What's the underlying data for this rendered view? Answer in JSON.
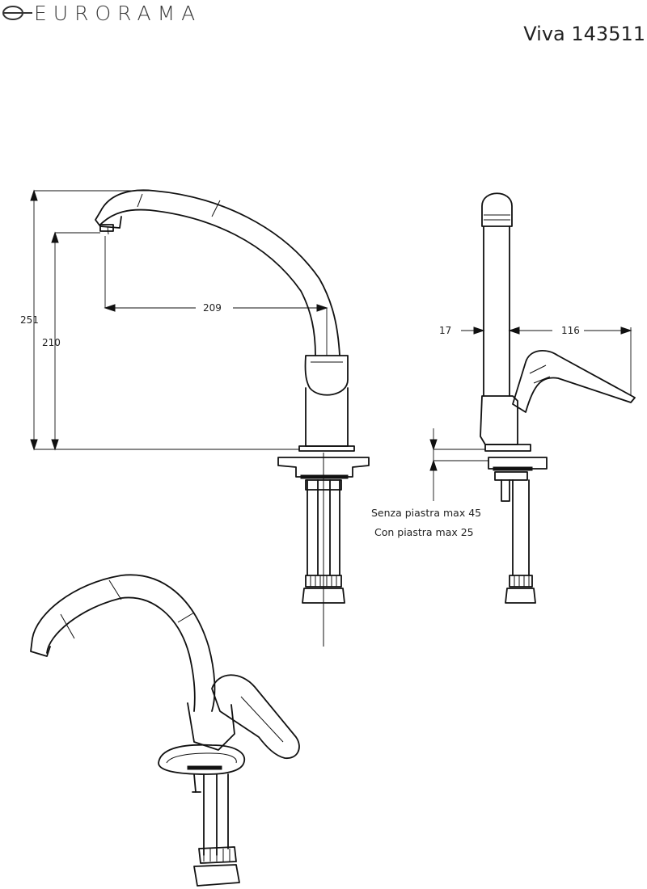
{
  "header": {
    "brand": "EURORAMA",
    "model": "Viva 143511"
  },
  "drawing": {
    "front_view": {
      "dim_total_height": "251",
      "dim_spout_height": "210",
      "dim_reach": "209"
    },
    "side_view": {
      "dim_offset": "17",
      "dim_handle": "116",
      "note_without_plate": "Senza piastra max 45",
      "note_with_plate": "Con piastra max 25"
    }
  }
}
